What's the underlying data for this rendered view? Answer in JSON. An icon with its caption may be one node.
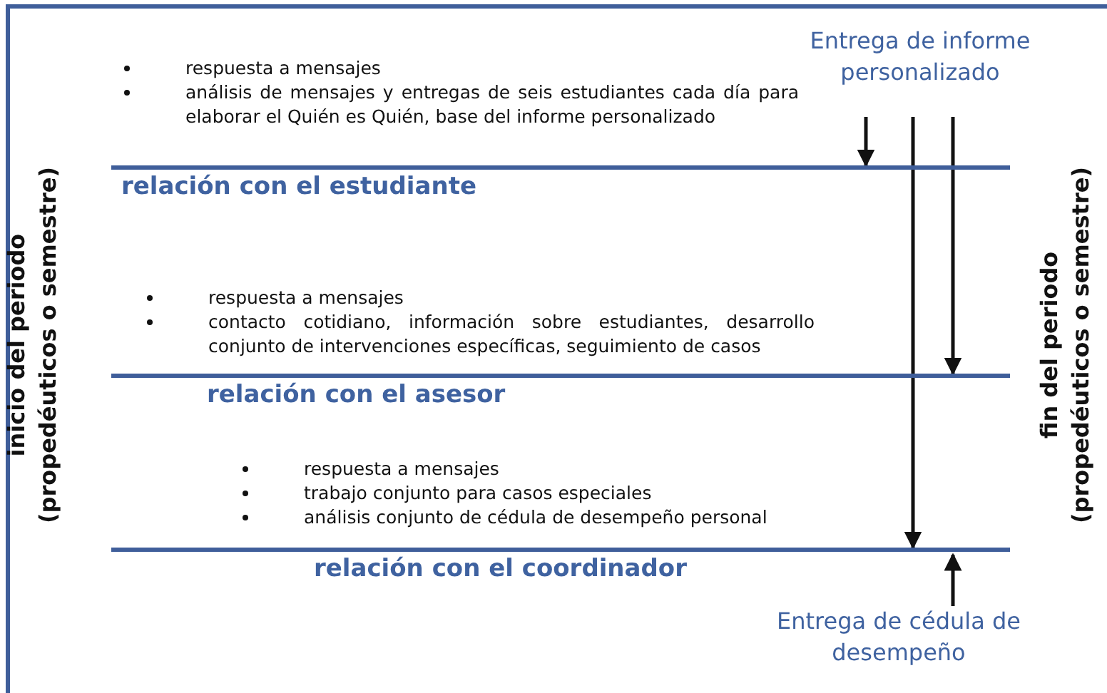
{
  "diagram": {
    "nodes": [
      {
        "text": [
          "Entrega de informe personalizado"
        ]
      },
      {
        "text": [
          "relación con el estudiante"
        ]
      },
      {
        "text": [
          "relación con el asesor"
        ]
      },
      {
        "text": [
          "relación con el coordinador"
        ]
      },
      {
        "text": [
          "Entrega de cédula de desempeño"
        ]
      }
    ],
    "edges": [
      {
        "from": 0,
        "to": 1,
        "arrow": "to"
      },
      {
        "from": 0,
        "to": 3,
        "arrow": "to"
      },
      {
        "from": 0,
        "to": 2,
        "arrow": "to"
      },
      {
        "from": 4,
        "to": 3,
        "arrow": "to"
      }
    ],
    "labels": [
      "respuesta a mensajes",
      "análisis de mensajes y entregas de seis estudiantes cada día para elaborar el Quién es Quién, base del informe personalizado",
      "respuesta a mensajes",
      "contacto cotidiano, información sobre estudiantes, desarrollo conjunto de intervenciones específicas, seguimiento de casos",
      "respuesta a mensajes",
      "trabajo conjunto para casos especiales",
      "análisis conjunto de cédula de desempeño personal",
      "inicio del periodo (propedéuticos o semestre)",
      "fin del periodo (propedéuticos o semestre)"
    ]
  }
}
